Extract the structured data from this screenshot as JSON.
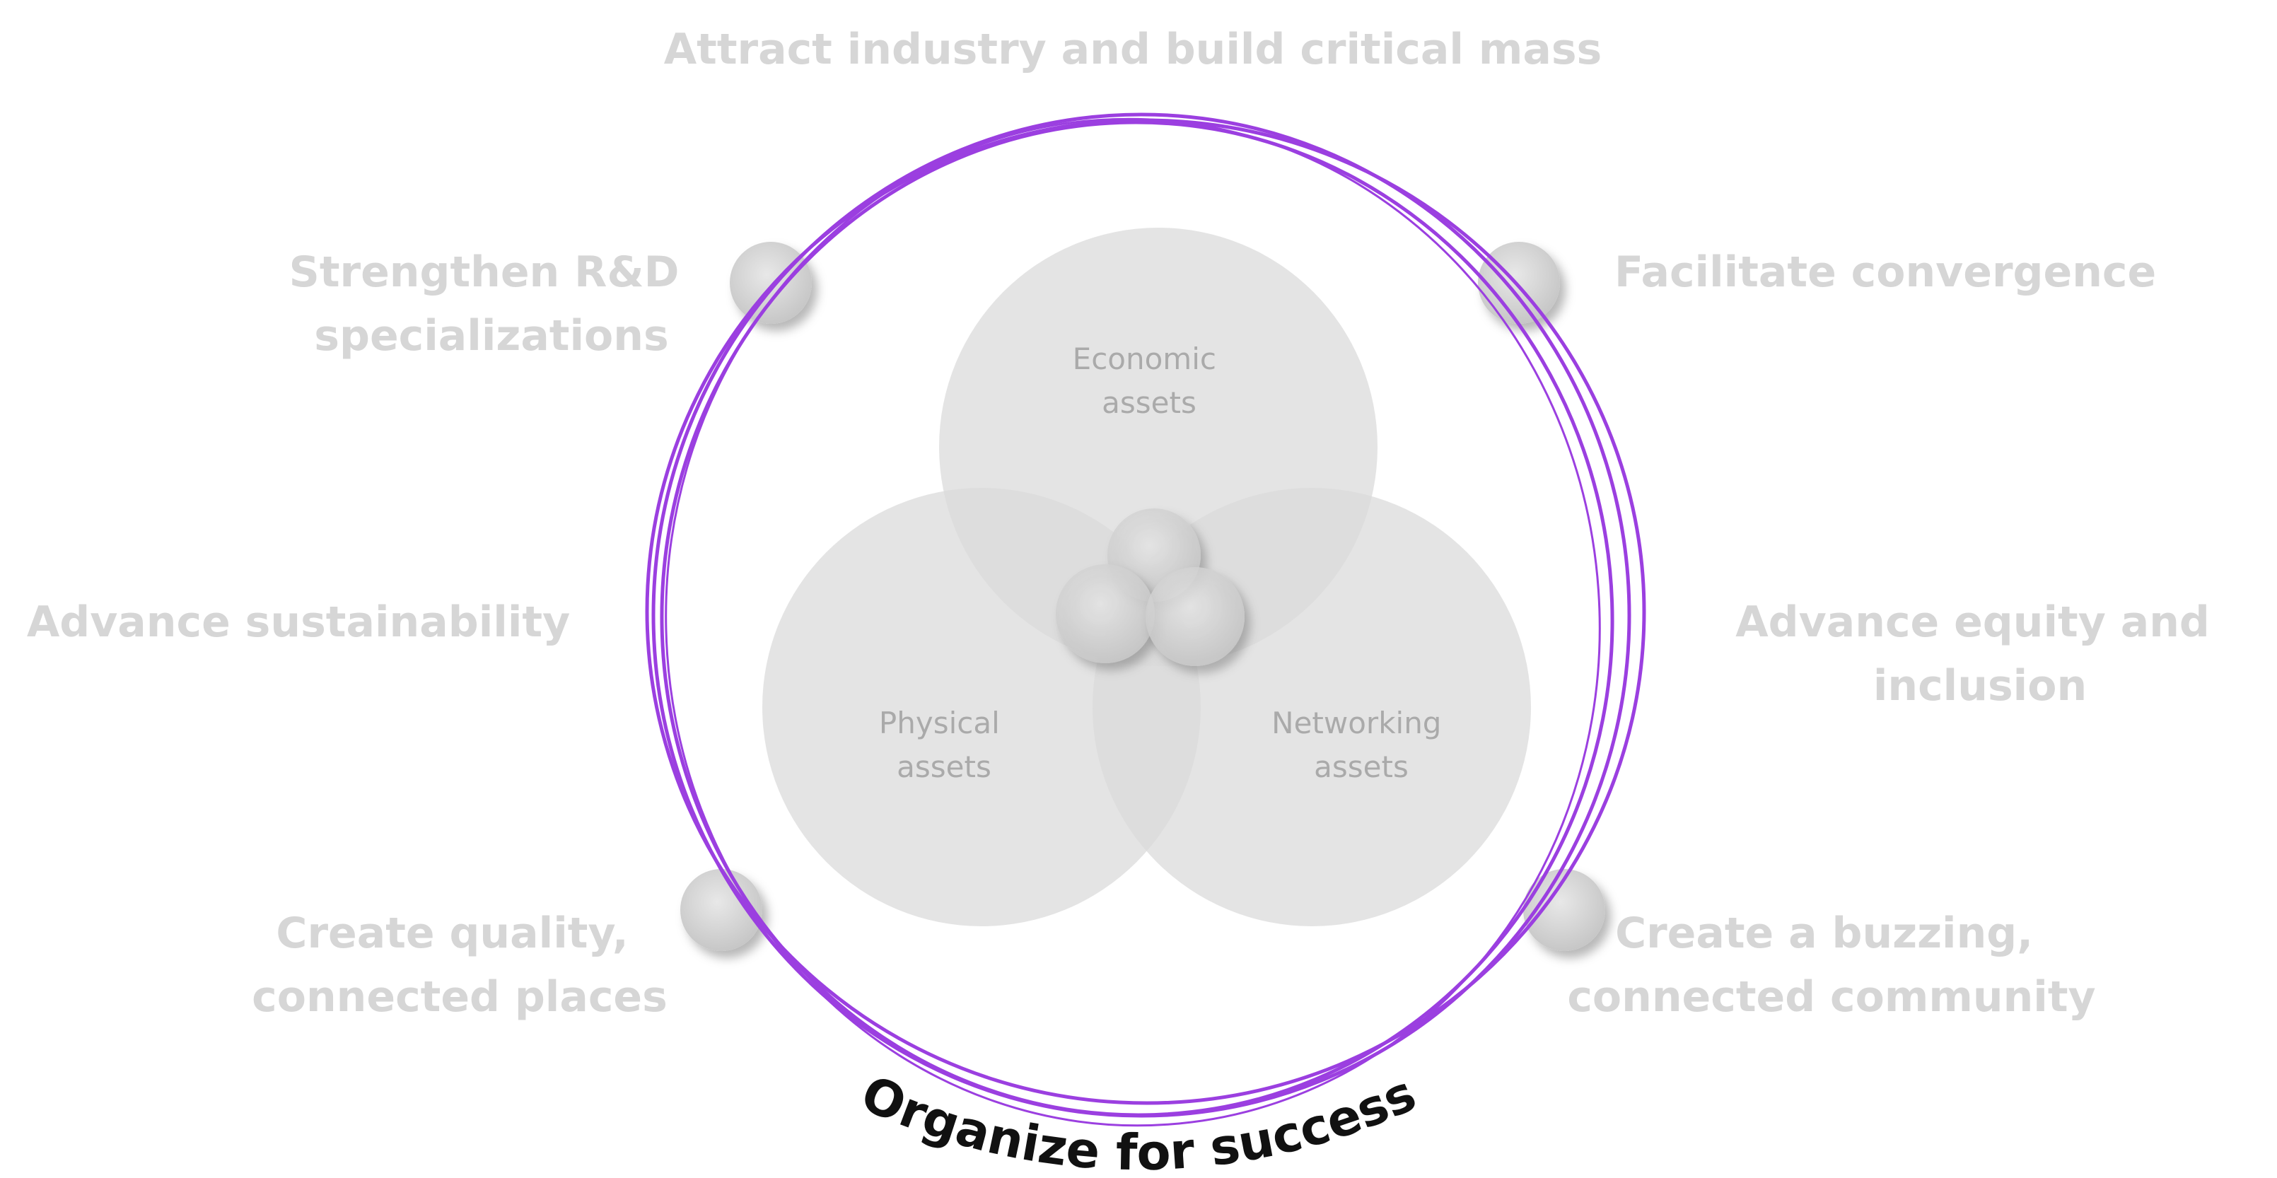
{
  "outer_goals": {
    "top": "Attract industry and build critical mass",
    "upper_left": [
      "Strengthen R&D",
      "specializations"
    ],
    "upper_right": "Facilitate convergence",
    "middle_left": "Advance sustainability",
    "middle_right": [
      "Advance equity and",
      "inclusion"
    ],
    "lower_left": [
      "Create quality,",
      "connected places"
    ],
    "lower_right": [
      "Create a buzzing,",
      "connected community"
    ]
  },
  "assets": {
    "economic": [
      "Economic",
      "assets"
    ],
    "physical": [
      "Physical",
      "assets"
    ],
    "networking": [
      "Networking",
      "assets"
    ]
  },
  "ring_label": "Organize for success",
  "colors": {
    "ring": "#9b3fe0",
    "asset_fill": "#d9d9d9",
    "outer_text": "#d6d6d6",
    "asset_text": "#aaaaaa",
    "ring_text": "#111111"
  }
}
